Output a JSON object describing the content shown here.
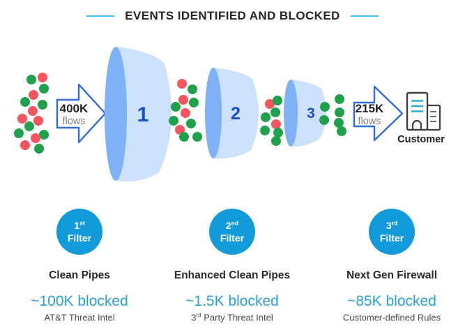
{
  "title": "EVENTS IDENTIFIED AND BLOCKED",
  "colors": {
    "green": "#1FA14B",
    "red": "#F4555E",
    "funnel_body": "#CBE1FC",
    "funnel_mouth": "#7FB1F6",
    "funnel_number": "#1B4FC8",
    "arrow_outline": "#2F6BD7",
    "filter_circle": "#129BD8",
    "blocked_text": "#2BA0DB",
    "title_rule": "#47C4F1"
  },
  "input_arrow": {
    "value": "400K",
    "unit": "flows"
  },
  "output_arrow": {
    "value": "215K",
    "unit": "flows"
  },
  "customer_label": "Customer",
  "funnels": [
    {
      "number": "1"
    },
    {
      "number": "2"
    },
    {
      "number": "3"
    }
  ],
  "filters": [
    {
      "ordinal": "1",
      "ordinal_suffix": "st",
      "circle_label": "Filter",
      "name": "Clean Pipes",
      "blocked": "~100K blocked",
      "caption_rest": "AT&T Threat Intel"
    },
    {
      "ordinal": "2",
      "ordinal_suffix": "nd",
      "circle_label": "Filter",
      "name": "Enhanced Clean Pipes",
      "blocked": "~1.5K blocked",
      "caption_num": "3",
      "caption_sup": "rd",
      "caption_rest": " Party Threat Intel"
    },
    {
      "ordinal": "3",
      "ordinal_suffix": "rd",
      "circle_label": "Filter",
      "name": "Next Gen Firewall",
      "blocked": "~85K blocked",
      "caption_rest": "Customer-defined Rules"
    }
  ],
  "dot_clusters": [
    {
      "name": "dot-cluster-input-traffic",
      "dots": [
        [
          45,
          84,
          "green"
        ],
        [
          61,
          81,
          "red"
        ],
        [
          63,
          97,
          "green"
        ],
        [
          48,
          106,
          "red"
        ],
        [
          36,
          116,
          "green"
        ],
        [
          61,
          120,
          "green"
        ],
        [
          47,
          129,
          "red"
        ],
        [
          32,
          140,
          "red"
        ],
        [
          55,
          143,
          "red"
        ],
        [
          42,
          151,
          "green"
        ],
        [
          27,
          161,
          "green"
        ],
        [
          63,
          163,
          "green"
        ],
        [
          51,
          168,
          "red"
        ],
        [
          36,
          178,
          "red"
        ],
        [
          56,
          183,
          "green"
        ]
      ]
    },
    {
      "name": "dot-cluster-after-filter-1",
      "dots": [
        [
          261,
          90,
          "red"
        ],
        [
          276,
          98,
          "green"
        ],
        [
          263,
          113,
          "red"
        ],
        [
          278,
          117,
          "green"
        ],
        [
          252,
          123,
          "green"
        ],
        [
          266,
          132,
          "red"
        ],
        [
          249,
          143,
          "green"
        ],
        [
          274,
          147,
          "green"
        ],
        [
          258,
          156,
          "red"
        ],
        [
          264,
          166,
          "green"
        ],
        [
          283,
          166,
          "green"
        ]
      ]
    },
    {
      "name": "dot-cluster-after-filter-2",
      "dots": [
        [
          387,
          119,
          "red"
        ],
        [
          398,
          114,
          "green"
        ],
        [
          395,
          131,
          "green"
        ],
        [
          381,
          138,
          "green"
        ],
        [
          396,
          148,
          "red"
        ],
        [
          380,
          157,
          "green"
        ],
        [
          399,
          160,
          "green"
        ],
        [
          396,
          172,
          "green"
        ]
      ]
    },
    {
      "name": "dot-cluster-after-filter-3",
      "dots": [
        [
          487,
          112,
          "green"
        ],
        [
          466,
          123,
          "green"
        ],
        [
          487,
          131,
          "green"
        ],
        [
          465,
          142,
          "green"
        ],
        [
          486,
          146,
          "green"
        ],
        [
          490,
          158,
          "green"
        ]
      ]
    }
  ]
}
